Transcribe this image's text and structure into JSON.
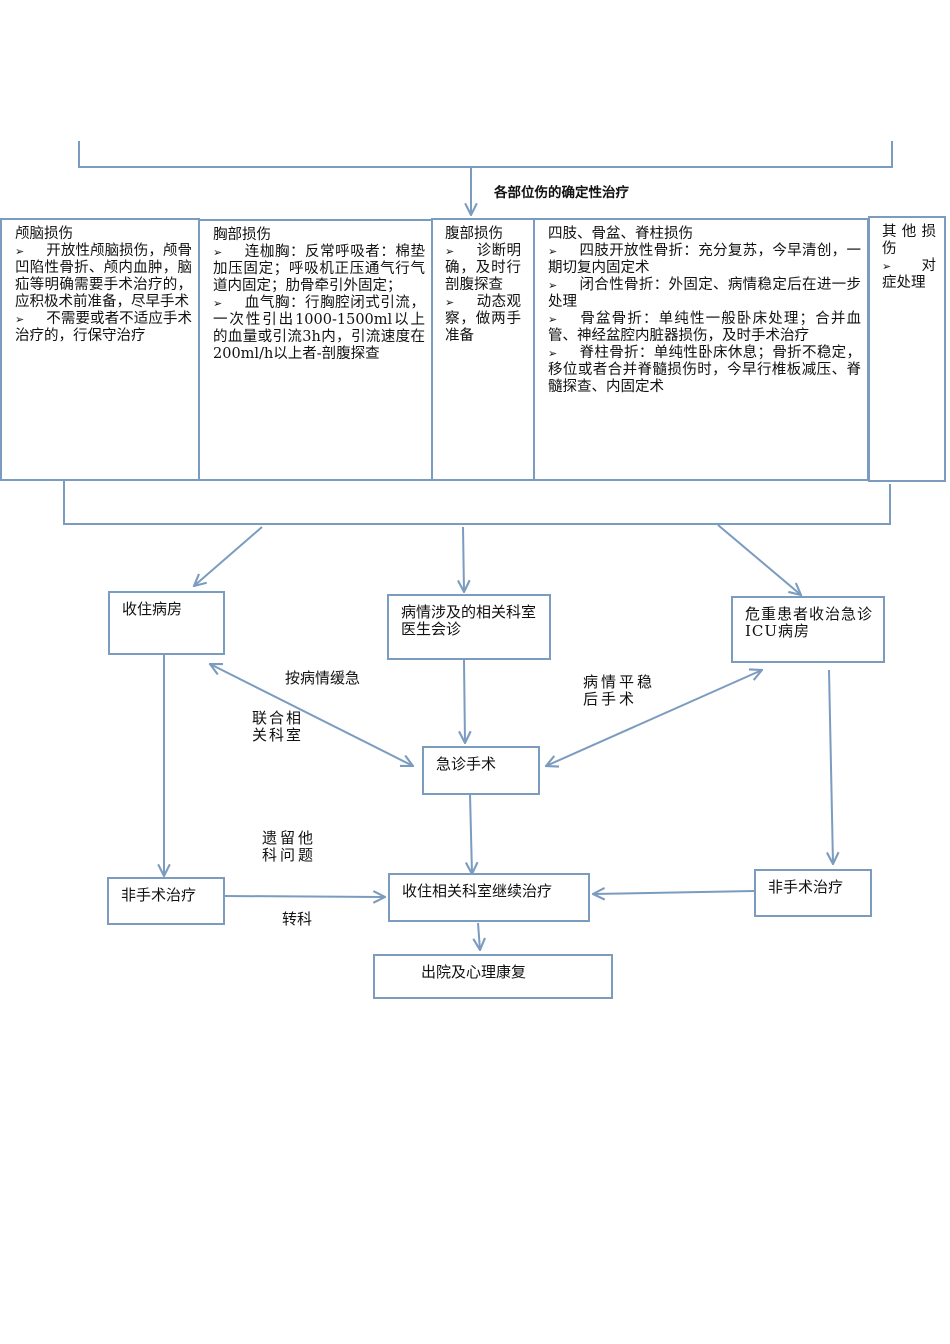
{
  "header": {
    "title": "各部位伤的确定性治疗"
  },
  "injury_columns": [
    {
      "heading": "颅脑损伤",
      "items": [
        "开放性颅脑损伤，颅骨凹陷性骨折、颅内血肿，脑疝等明确需要手术治疗的，应积极术前准备，尽早手术",
        "不需要或者不适应手术治疗的，行保守治疗"
      ]
    },
    {
      "heading": "胸部损伤",
      "items": [
        "连枷胸：反常呼吸者：棉垫加压固定；呼吸机正压通气行气道内固定；肋骨牵引外固定；",
        "血气胸：行胸腔闭式引流，一次性引出1000-1500ml以上的血量或引流3h内，引流速度在200ml/h以上者-剖腹探查"
      ]
    },
    {
      "heading": "腹部损伤",
      "items": [
        "诊断明确，及时行剖腹探查",
        "动态观察，做两手准备"
      ]
    },
    {
      "heading": "四肢、骨盆、脊柱损伤",
      "items": [
        "四肢开放性骨折：充分复苏，今早清创，一期切复内固定术",
        "闭合性骨折：外固定、病情稳定后在进一步处理",
        "骨盆骨折：单纯性一般卧床处理；合并血管、神经盆腔内脏器损伤，及时手术治疗",
        "脊柱骨折：单纯性卧床休息；骨折不稳定，移位或者合并脊髓损伤时，今早行椎板减压、脊髓探查、内固定术"
      ]
    },
    {
      "heading": "其他损伤",
      "items": [
        "对症处理"
      ]
    }
  ],
  "flow": {
    "ward": "收住病房",
    "consult": "病情涉及的相关科室医生会诊",
    "icu": "危重患者收治急诊ICU病房",
    "emergency_surgery": "急诊手术",
    "non_surgical_left": "非手术治疗",
    "non_surgical_right": "非手术治疗",
    "continue_treatment": "收住相关科室继续治疗",
    "discharge": "出院及心理康复"
  },
  "edge_labels": {
    "by_severity": "按病情缓急",
    "joint_departments": "联合相关科室",
    "stable_then_surgery": "病情平稳后手术",
    "other_dept_issues": "遗留他科问题",
    "transfer": "转科"
  },
  "colors": {
    "line": "#7b9bbf"
  }
}
